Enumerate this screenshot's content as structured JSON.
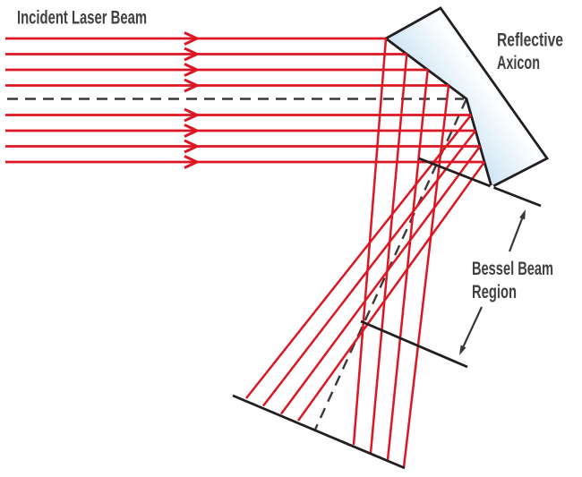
{
  "labels": {
    "incident_beam": "Incident Laser Beam",
    "axicon_line1": "Reflective",
    "axicon_line2": "Axicon",
    "bessel_line1": "Bessel Beam",
    "bessel_line2": "Region"
  },
  "colors": {
    "ray_red": "#DC1622",
    "line_black": "#231F20",
    "axis_gray": "#3A3A3C",
    "arrow_dark": "#3A3637",
    "text_gray": "#414042",
    "dot_white": "#FFFFFF",
    "mirror_edge_blue": "#BFDDF1",
    "mirror_center_white": "#FDFEFF",
    "mirror_back_blue": "#B3D8EF"
  },
  "diagram": {
    "incident_ray_count": 8,
    "reflected_upper_ray_count": 4,
    "reflected_lower_ray_count": 4,
    "boundary_line_count": 3,
    "optic": "reflective axicon mirror",
    "region_between_boundaries": "Bessel beam (ray-crossing) region"
  }
}
